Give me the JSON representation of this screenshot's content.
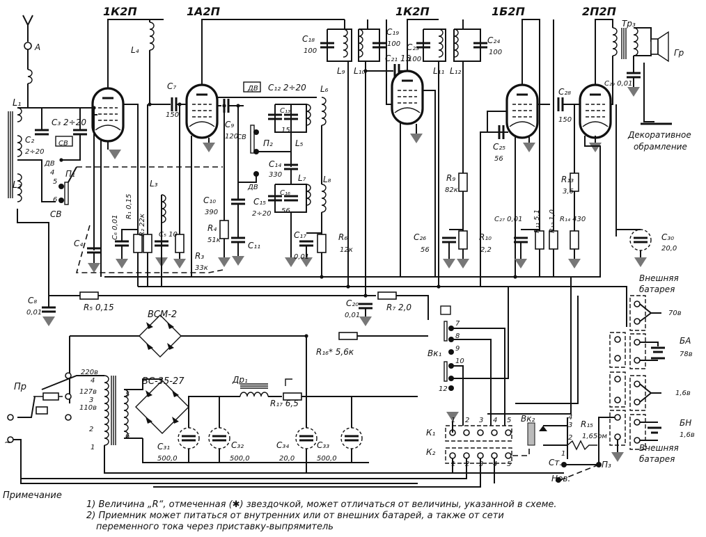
{
  "tubes": {
    "t1": "1К2П",
    "t2": "1А2П",
    "t3": "1К2П",
    "t4": "1Б2П",
    "t5": "2П2П"
  },
  "labels": {
    "A": "А",
    "L1": "L₁",
    "C2": "C₂",
    "C2v": "2÷20",
    "C3": "C₃ 2÷20",
    "SV_box": "СВ",
    "DV1": "ДВ",
    "p4": "4",
    "P1": "П₁",
    "p5": "5",
    "p6": "6",
    "SV1": "СВ",
    "L2": "L₂",
    "C4": "C₄",
    "C6": "C₆ 0,01",
    "R1": "R₁ 0,15",
    "R2": "R₂ 22к",
    "L3": "L₃",
    "C5": "C₅ 10",
    "C7": "C₇",
    "C7v": "150",
    "L4": "L₄",
    "C9": "C₉",
    "C9v": "120",
    "DV_box": "ДВ",
    "C12": "C₁₂ 2÷20",
    "C13": "C₁₃",
    "C13v": "15",
    "L6": "L₆",
    "L5": "L₅",
    "SV2": "СВ",
    "P2": "П₂",
    "C14": "C₁₄",
    "C14v": "330",
    "DV2": "ДВ",
    "L7": "L₇",
    "L8": "L₈",
    "C10": "C₁₀",
    "C10v": "390",
    "C16": "C₁₆",
    "C16v": "56",
    "C15": "C₁₅",
    "C15v": "2÷20",
    "R4": "R₄",
    "R4v": "51к",
    "C11": "C₁₁",
    "R3": "R₃",
    "R3v": "33к",
    "C17": "C₁₇",
    "C17v": "0,01",
    "R6": "R₆",
    "R6v": "12к",
    "C18": "C₁₈",
    "C18v": "100",
    "L9": "L₉",
    "L10": "L₁₀",
    "C19": "C₁₉",
    "C19v": "100",
    "C21": "C₂₁ 15",
    "C23": "C₂₃",
    "C23v": "100",
    "L11": "L₁₁",
    "L12": "L₁₂",
    "C24": "C₂₄",
    "C24v": "100",
    "C25": "C₂₅",
    "C25v": "56",
    "R9": "R₉",
    "R9v": "82к",
    "C26": "C₂₆",
    "C26v": "56",
    "R10": "R₁₀",
    "R10v": "2,2",
    "C27": "C₂₇ 0,01",
    "R11": "R₁₁ 5,1",
    "R12": "R₁₂ 1,0",
    "R14": "R₁₄ 430",
    "R13": "R₁₃",
    "R13v": "3,6",
    "C28": "C₂₈",
    "C28v": "150",
    "Tr3": "Тр₃",
    "Gr": "Гр",
    "C29": "C₂₉ 0,01",
    "decor1": "Декоративное",
    "decor2": "обрамление",
    "C30": "C₃₀",
    "C30v": "20,0",
    "extbat1a": "Внешняя",
    "extbat1b": "батарея",
    "v70": "70в",
    "BA": "БА",
    "BAv": "78в",
    "v16": "1,6в",
    "BN": "БН",
    "BNv": "1,6в",
    "extbat2a": "Внешняя",
    "extbat2b": "батарея",
    "C8": "C₈",
    "C8v": "0,01",
    "R5": "R₅ 0,15",
    "C20": "C₂₀",
    "C20v": "0,01",
    "R7": "R₇ 2,0",
    "VSM": "ВСМ-2",
    "R16": "R₁₆* 5,6к",
    "VS": "ВС-35-27",
    "Dr1": "Др₁",
    "R17": "R₁₇ 6,5",
    "C31": "C₃₁",
    "C31v": "500,0",
    "C32": "C₃₂",
    "C32v": "500,0",
    "C34": "C₃₄",
    "C34v": "20,0",
    "C33": "C₃₃",
    "C33v": "500,0",
    "v220": "220в",
    "v127": "127в",
    "v110": "110в",
    "tp4": "4",
    "tp3": "3",
    "tp2": "2",
    "tp1": "1",
    "tp5": "5",
    "tp6": "6",
    "Pr": "Пр",
    "ac": "~",
    "Vk1": "Вк₁",
    "s7": "7",
    "s8": "8",
    "s9": "9",
    "s10": "10",
    "s12": "12",
    "K1": "К₁",
    "K2": "К₂",
    "k1_1": "1",
    "k1_2": "2",
    "k1_3": "3",
    "k1_4": "4",
    "k1_5": "5",
    "k2_1": "1",
    "k2_2": "2",
    "k2_3": "3",
    "k2_4": "4",
    "k2_5": "5",
    "Vk2": "Вк₂",
    "vk2_1": "1",
    "vk2_2": "2",
    "vk2_3": "3",
    "vk2_4": "4",
    "R15": "R₁₅",
    "R15v": "1,65ом",
    "St": "Ст.",
    "Nov": "Нов.",
    "P3": "П₃"
  },
  "notes": {
    "title": "Примечание",
    "line1": "1) Величина „R“, отмеченная (✱) звездочкой, может отличаться от величины, указанной в схеме.",
    "line2": "2) Приемник может питаться от внутренних или от внешних батарей, а также от сети",
    "line3": "переменного тока через приставку-выпрямитель"
  }
}
